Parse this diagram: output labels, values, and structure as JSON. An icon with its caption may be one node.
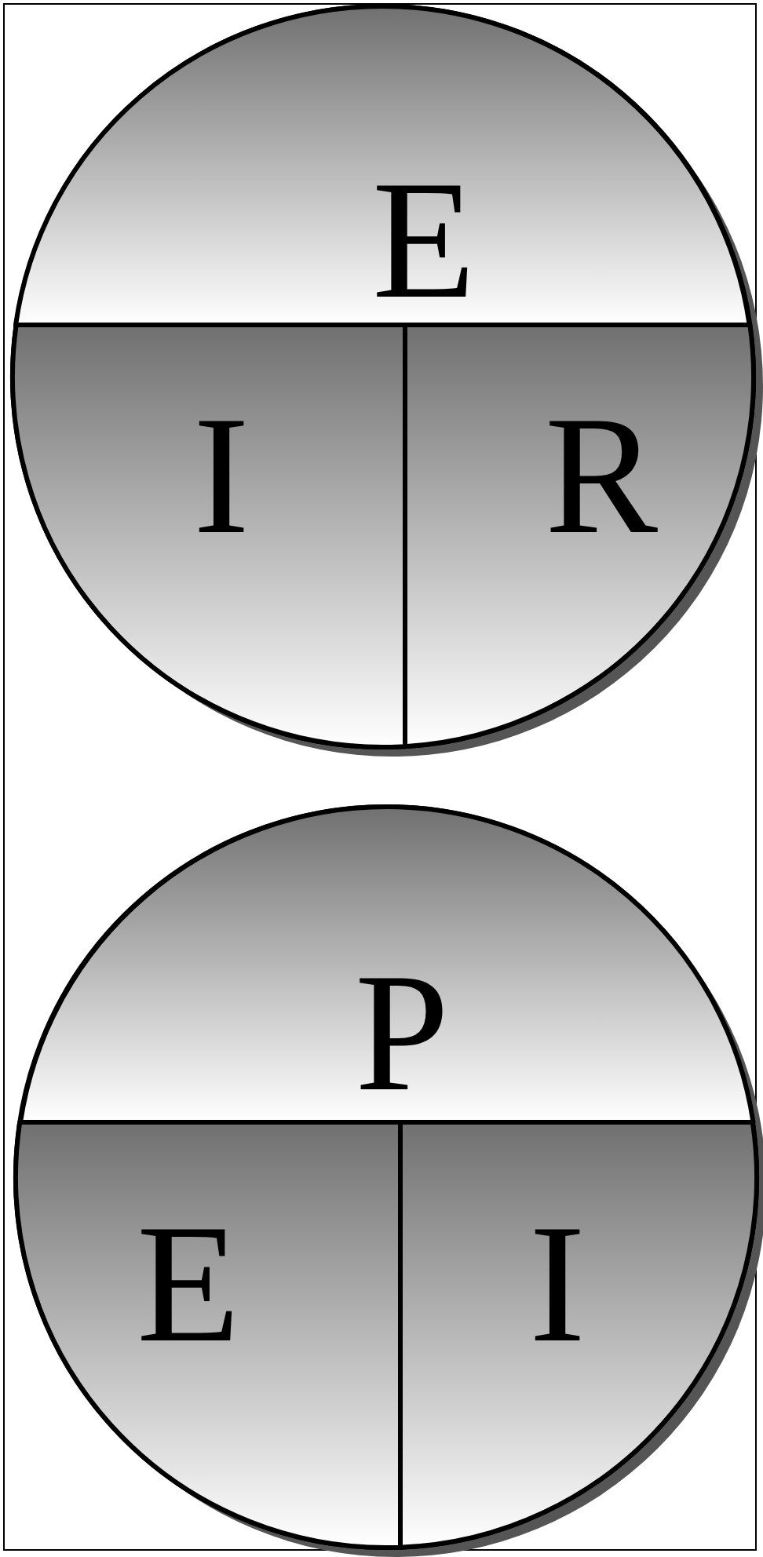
{
  "diagram": {
    "nodes": [
      {
        "text": [],
        "shape": "circle"
      },
      {
        "text": [
          "E"
        ],
        "in": 0
      },
      {
        "text": [
          "I"
        ],
        "in": 0
      },
      {
        "text": [
          "R"
        ],
        "in": 0
      },
      {
        "text": [],
        "shape": "circle"
      },
      {
        "text": [
          "P"
        ],
        "in": 4
      },
      {
        "text": [
          "E"
        ],
        "in": 4
      },
      {
        "text": [
          "I"
        ],
        "in": 4
      }
    ]
  }
}
